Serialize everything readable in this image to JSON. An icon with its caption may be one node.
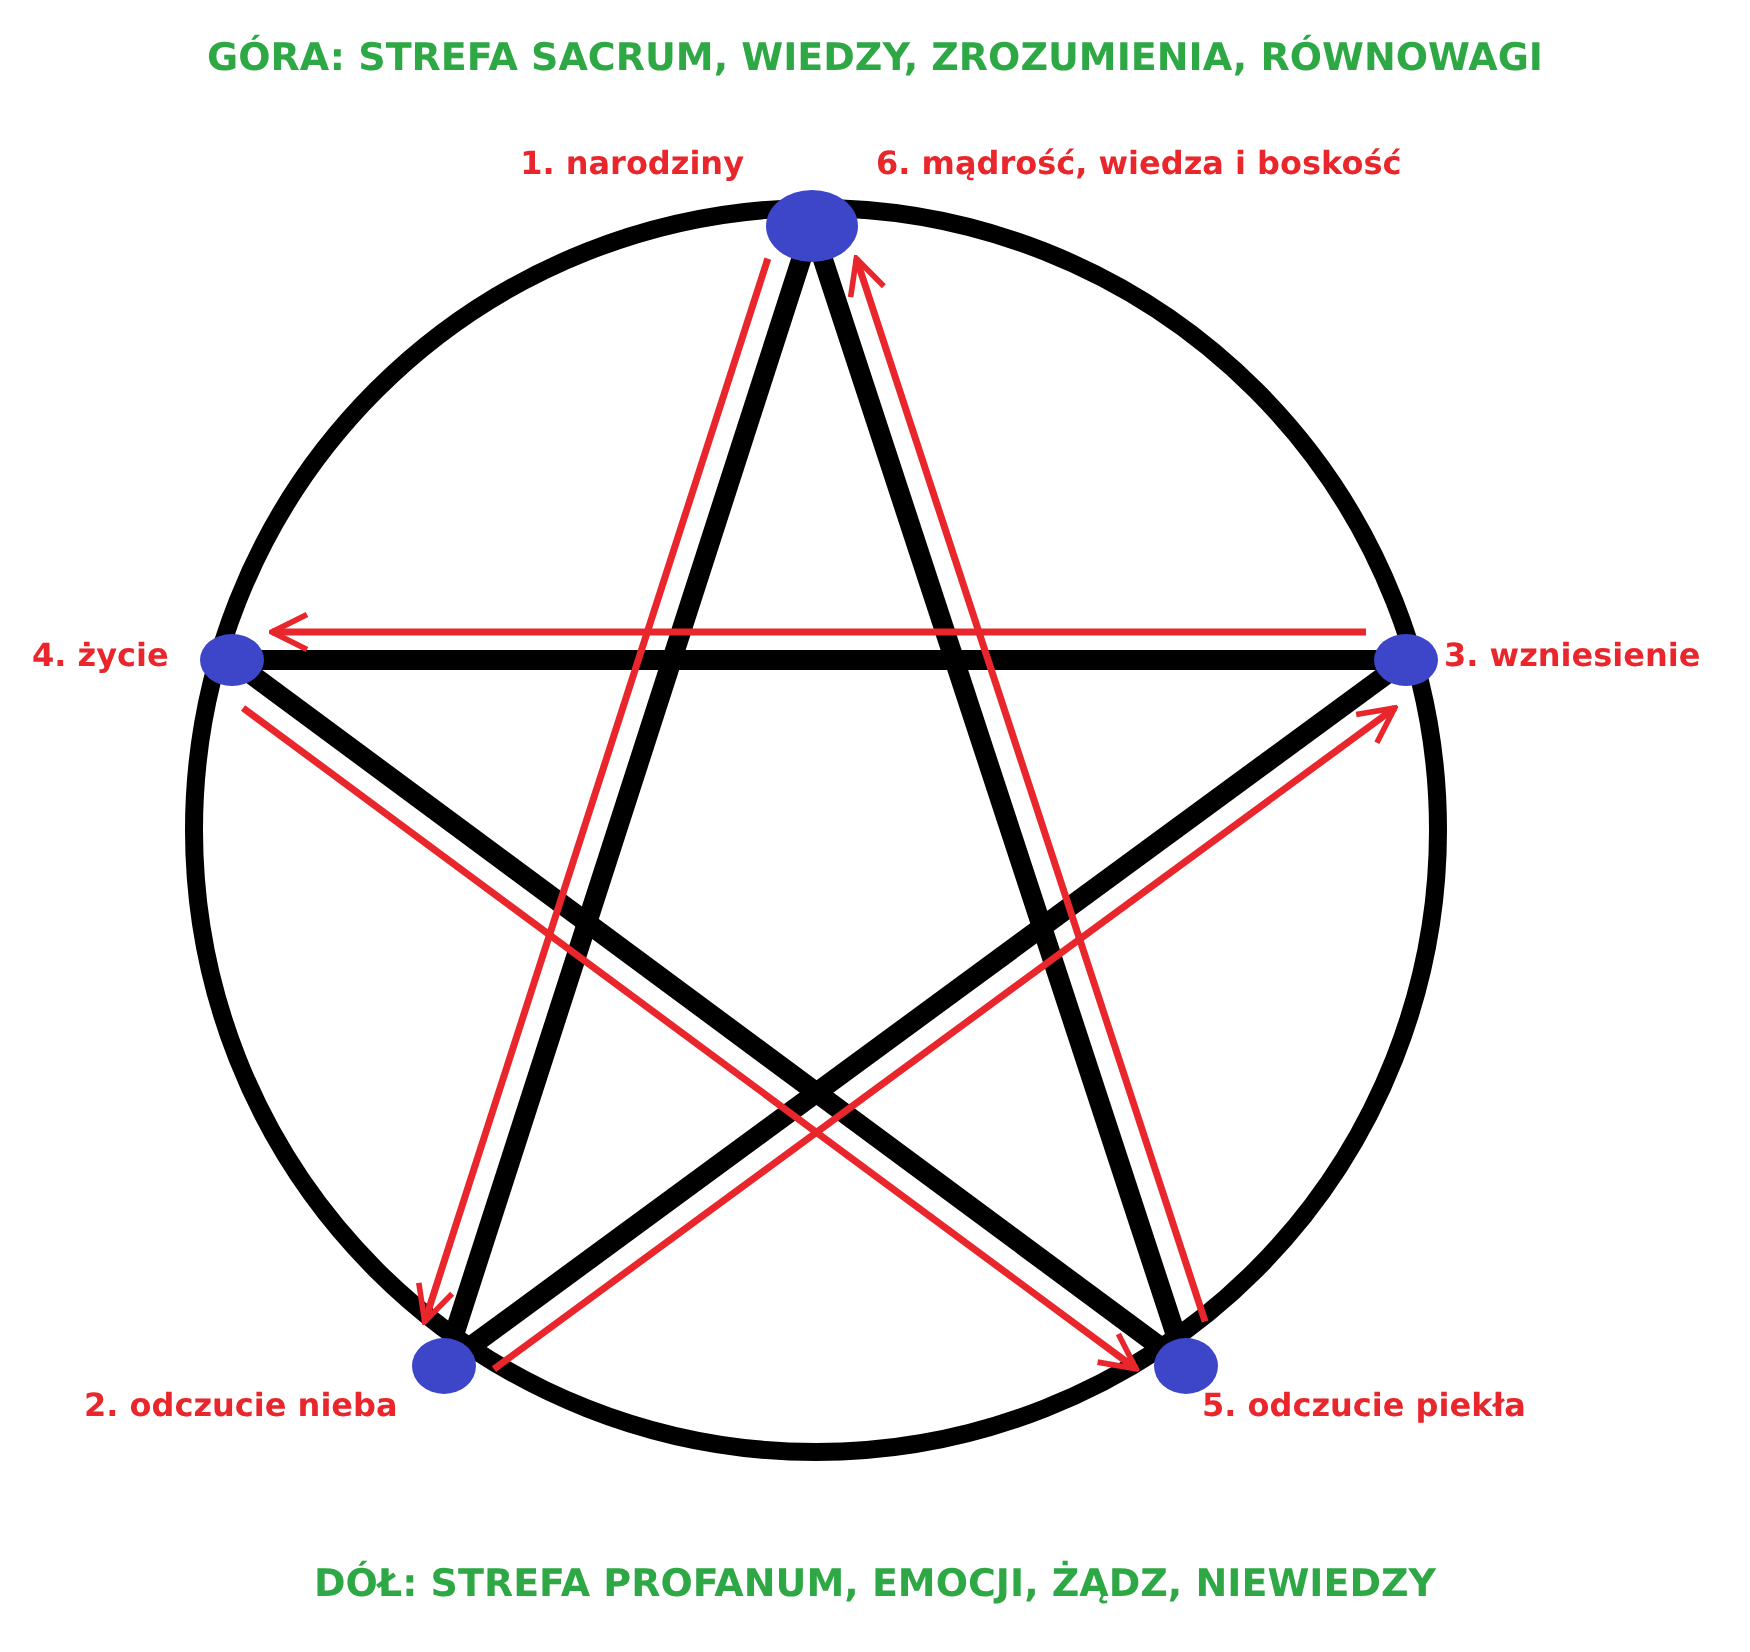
{
  "diagram": {
    "title": "GÓRA: STREFA SACRUM, WIEDZY, ZROZUMIENIA, RÓWNOWAGI",
    "caption": "DÓŁ: STREFA PROFANUM, EMOCJI, ŻĄDZ, NIEWIEDZY",
    "nodes": [
      {
        "text": [],
        "shape": "circle",
        "beside": [
          "1. narodziny",
          "6. mądrość, wiedza i boskość"
        ]
      },
      {
        "text": [],
        "shape": "circle",
        "beside": [
          "4. życie"
        ]
      },
      {
        "text": [],
        "shape": "circle",
        "beside": [
          "3. wzniesienie"
        ]
      },
      {
        "text": [],
        "shape": "circle",
        "beside": [
          "2. odczucie nieba"
        ]
      },
      {
        "text": [],
        "shape": "circle",
        "beside": [
          "5. odczucie piekła"
        ]
      }
    ],
    "edges": [
      {
        "from": 0,
        "to": 3,
        "arrow": "none",
        "style": "thick",
        "color": "#000000"
      },
      {
        "from": 0,
        "to": 4,
        "arrow": "none",
        "style": "thick",
        "color": "#000000"
      },
      {
        "from": 1,
        "to": 2,
        "arrow": "none",
        "style": "thick",
        "color": "#000000"
      },
      {
        "from": 1,
        "to": 4,
        "arrow": "none",
        "style": "thick",
        "color": "#000000"
      },
      {
        "from": 2,
        "to": 3,
        "arrow": "none",
        "style": "thick",
        "color": "#000000"
      },
      {
        "from": 0,
        "to": 3,
        "arrow": "to",
        "color": "#e8262b"
      },
      {
        "from": 3,
        "to": 2,
        "arrow": "to",
        "color": "#e8262b"
      },
      {
        "from": 2,
        "to": 1,
        "arrow": "to",
        "color": "#e8262b"
      },
      {
        "from": 1,
        "to": 4,
        "arrow": "to",
        "color": "#e8262b"
      },
      {
        "from": 4,
        "to": 0,
        "arrow": "to",
        "color": "#e8262b"
      }
    ]
  }
}
